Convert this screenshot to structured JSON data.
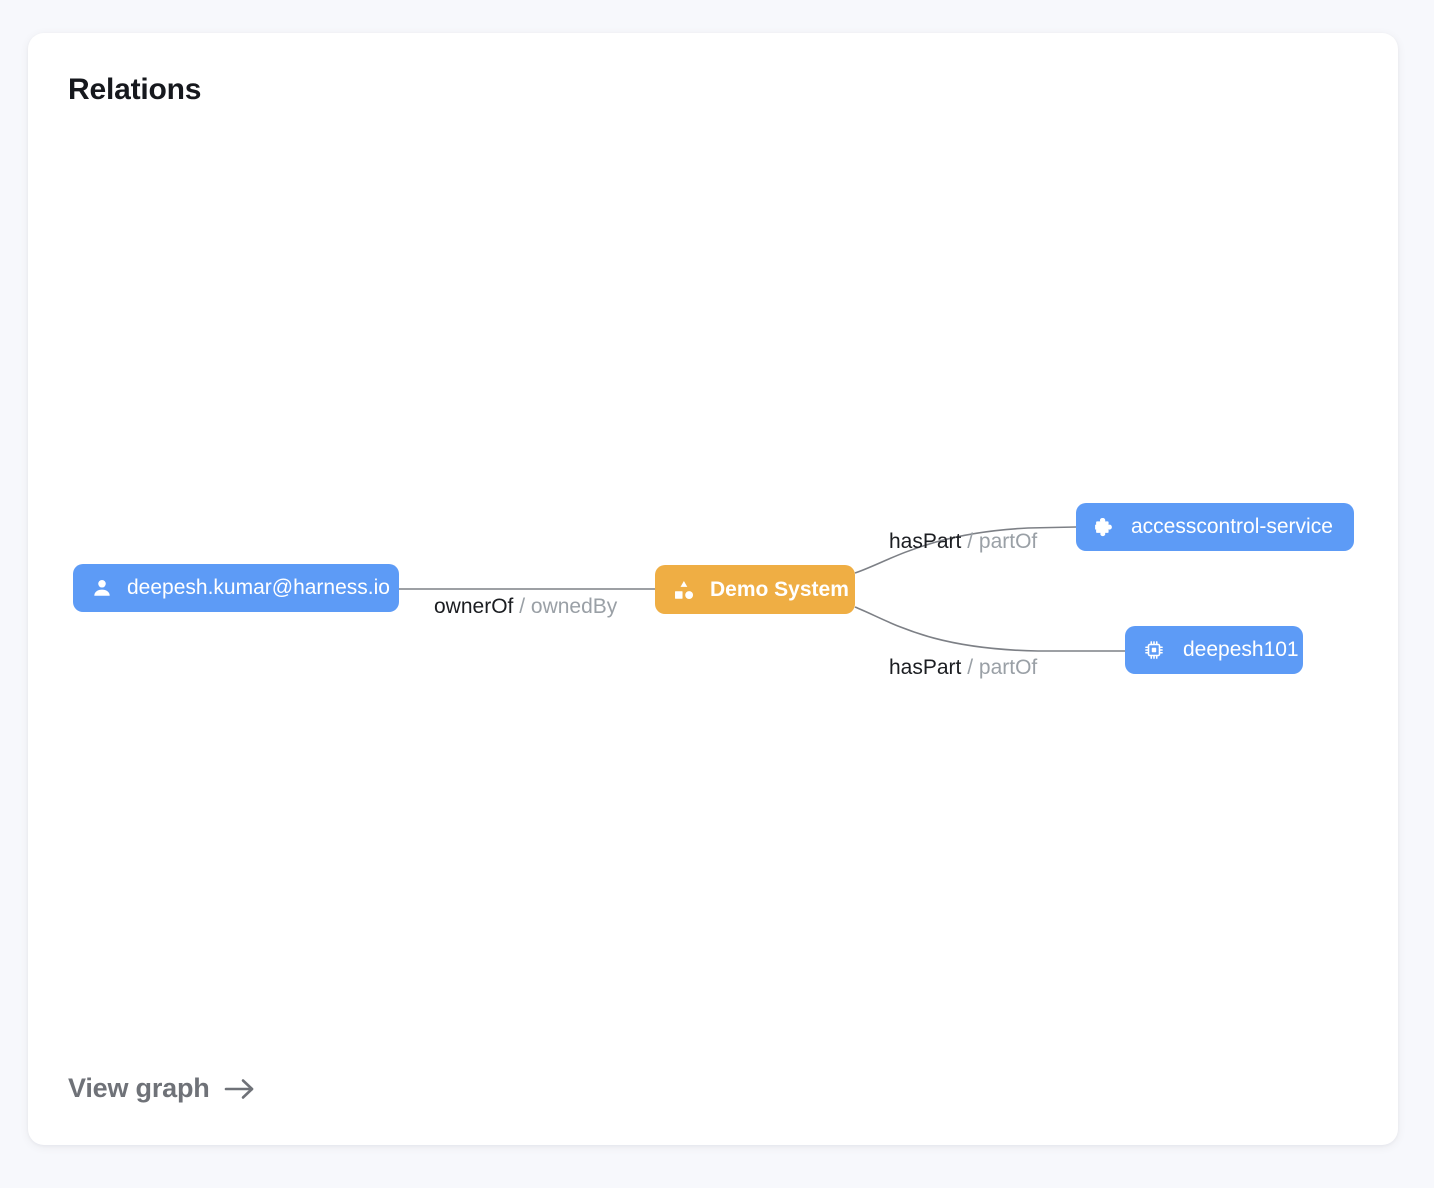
{
  "card": {
    "title": "Relations"
  },
  "graph": {
    "nodes": [
      {
        "id": "user",
        "label": "deepesh.kumar@harness.io",
        "icon": "person-icon",
        "kind": "user",
        "color": "#5d9bf6"
      },
      {
        "id": "system",
        "label": "Demo System",
        "icon": "shapes-icon",
        "kind": "system",
        "color": "#efae44"
      },
      {
        "id": "component",
        "label": "accesscontrol-service",
        "icon": "puzzle-piece-icon",
        "kind": "component",
        "color": "#5d9bf6"
      },
      {
        "id": "resource",
        "label": "deepesh101",
        "icon": "chip-icon",
        "kind": "resource",
        "color": "#5d9bf6"
      }
    ],
    "edges": [
      {
        "id": "owner",
        "from": "user",
        "to": "system",
        "forward": "ownerOf",
        "separator": "/",
        "reverse": "ownedBy"
      },
      {
        "id": "part-1",
        "from": "system",
        "to": "component",
        "forward": "hasPart",
        "separator": "/",
        "reverse": "partOf"
      },
      {
        "id": "part-2",
        "from": "system",
        "to": "resource",
        "forward": "hasPart",
        "separator": "/",
        "reverse": "partOf"
      }
    ],
    "edge_color": "#7d8086"
  },
  "footer": {
    "view_graph_label": "View graph",
    "arrow_icon": "arrow-right-icon"
  }
}
